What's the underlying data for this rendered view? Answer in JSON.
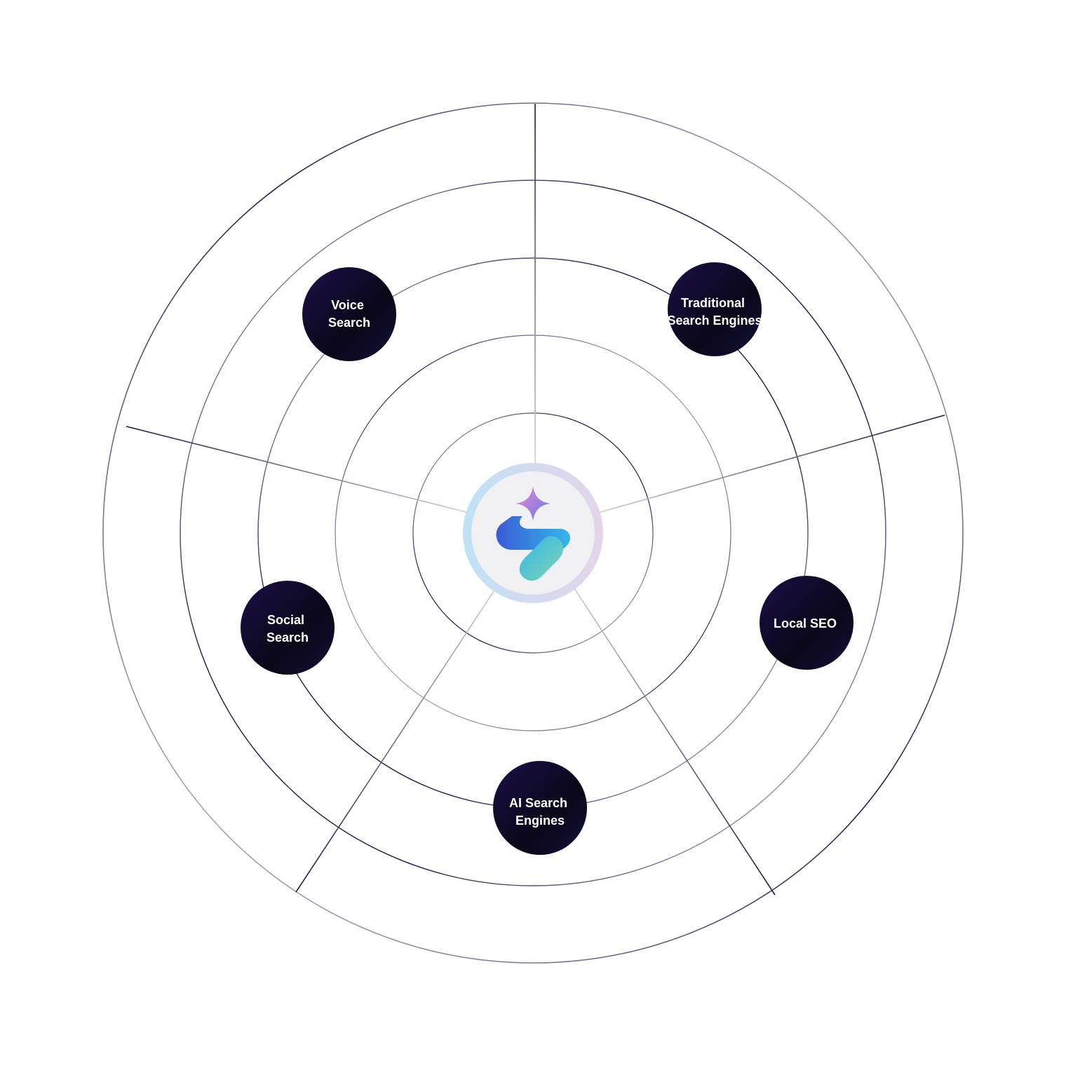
{
  "diagram": {
    "type": "radial-hub",
    "ring_count": 5,
    "spoke_count": 5,
    "center": {
      "logo": "brand-logo-icon",
      "ring_colors": [
        "#bfe2f5",
        "#e6d4ea"
      ],
      "mark_gradient": [
        "#3b5bd6",
        "#34b7ea",
        "#7fd4b0"
      ],
      "sparkle_gradient": [
        "#e48ad0",
        "#6b77e8"
      ]
    },
    "nodes": [
      {
        "id": "voice-search",
        "lines": [
          "Voice",
          "Search"
        ]
      },
      {
        "id": "traditional-search-engines",
        "lines": [
          "Traditional",
          "Search Engines"
        ]
      },
      {
        "id": "local-seo",
        "lines": [
          "Local SEO"
        ]
      },
      {
        "id": "ai-search-engines",
        "lines": [
          "AI Search",
          "Engines"
        ]
      },
      {
        "id": "social-search",
        "lines": [
          "Social",
          "Search"
        ]
      }
    ],
    "colors": {
      "node_fill_start": "#1b1048",
      "node_fill_end": "#07050f",
      "line_dark": "#1a1646",
      "line_light": "#c9c9d2",
      "node_text": "#ffffff"
    }
  }
}
